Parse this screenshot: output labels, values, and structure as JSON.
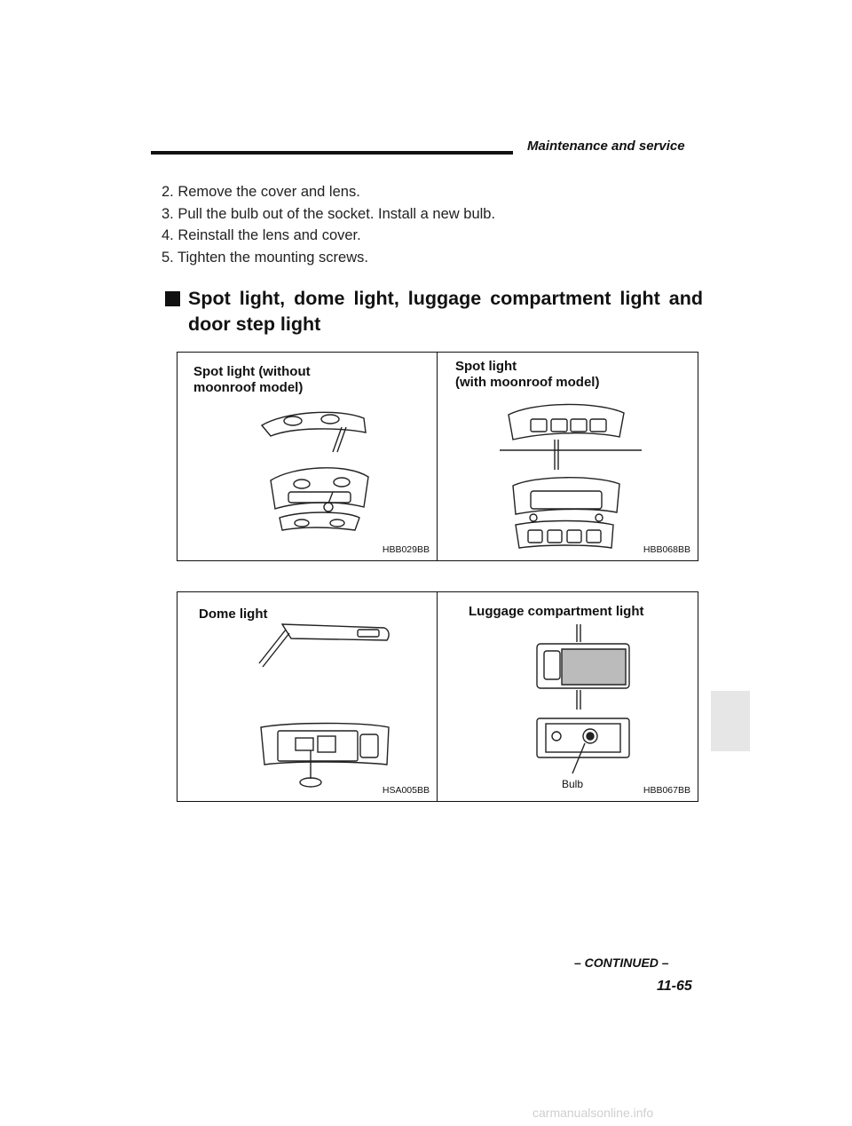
{
  "header": {
    "title": "Maintenance and service"
  },
  "steps": [
    "2.  Remove the cover and lens.",
    "3.  Pull the bulb out of the socket. Install a new bulb.",
    "4.  Reinstall the lens and cover.",
    "5.  Tighten the mounting screws."
  ],
  "section": {
    "heading": "Spot light, dome light, luggage compartment light and door step light"
  },
  "figure1": {
    "left_title": "Spot light (without\nmoonroof model)",
    "left_code": "HBB029BB",
    "right_title": "Spot light\n(with moonroof model)",
    "right_code": "HBB068BB"
  },
  "figure2": {
    "left_title": "Dome light",
    "left_code": "HSA005BB",
    "right_title": "Luggage compartment light",
    "right_code": "HBB067BB",
    "bulb_label": "Bulb"
  },
  "footer": {
    "continued": "– CONTINUED –",
    "page_number": "11-65"
  },
  "watermark": "carmanualsonline.info"
}
